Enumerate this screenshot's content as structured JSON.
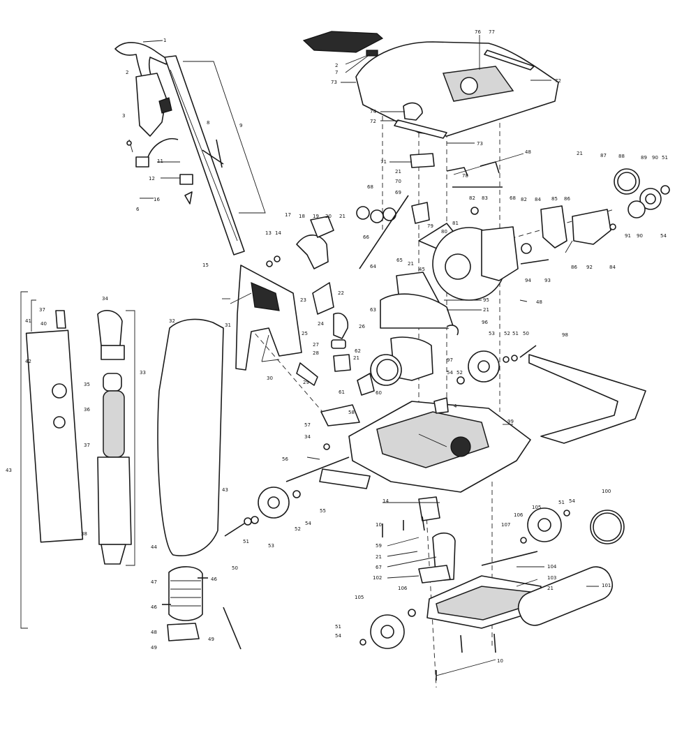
{
  "callouts": [
    {
      "id": "c1",
      "text": "1"
    },
    {
      "id": "c2",
      "text": "2"
    },
    {
      "id": "c3",
      "text": "3"
    },
    {
      "id": "c4",
      "text": "6"
    },
    {
      "id": "c5",
      "text": "8"
    },
    {
      "id": "c6",
      "text": "9"
    },
    {
      "id": "c7",
      "text": "11"
    },
    {
      "id": "c8",
      "text": "12"
    },
    {
      "id": "c9",
      "text": "16"
    },
    {
      "id": "c10",
      "text": "2"
    },
    {
      "id": "c11",
      "text": "7"
    },
    {
      "id": "c12",
      "text": "73"
    },
    {
      "id": "c13",
      "text": "76"
    },
    {
      "id": "c14",
      "text": "77"
    },
    {
      "id": "c15",
      "text": "72"
    },
    {
      "id": "c16",
      "text": "74"
    },
    {
      "id": "c17",
      "text": "72"
    },
    {
      "id": "c18",
      "text": "73"
    },
    {
      "id": "c19",
      "text": "71"
    },
    {
      "id": "c20",
      "text": "48"
    },
    {
      "id": "c21",
      "text": "21"
    },
    {
      "id": "c22",
      "text": "70"
    },
    {
      "id": "c23",
      "text": "69"
    },
    {
      "id": "c24",
      "text": "78"
    },
    {
      "id": "c25",
      "text": "68"
    },
    {
      "id": "c26",
      "text": "21"
    },
    {
      "id": "c27",
      "text": "87"
    },
    {
      "id": "c28",
      "text": "88"
    },
    {
      "id": "c29",
      "text": "89"
    },
    {
      "id": "c30",
      "text": "90"
    },
    {
      "id": "c31",
      "text": "51"
    },
    {
      "id": "c32",
      "text": "82"
    },
    {
      "id": "c33",
      "text": "83"
    },
    {
      "id": "c34",
      "text": "68"
    },
    {
      "id": "c35",
      "text": "82"
    },
    {
      "id": "c36",
      "text": "84"
    },
    {
      "id": "c37",
      "text": "85"
    },
    {
      "id": "c38",
      "text": "86"
    },
    {
      "id": "c39",
      "text": "91"
    },
    {
      "id": "c40",
      "text": "90"
    },
    {
      "id": "c41",
      "text": "54"
    },
    {
      "id": "c42",
      "text": "66"
    },
    {
      "id": "c43",
      "text": "65"
    },
    {
      "id": "c44",
      "text": "79"
    },
    {
      "id": "c45",
      "text": "80"
    },
    {
      "id": "c46",
      "text": "81"
    },
    {
      "id": "c47",
      "text": "64"
    },
    {
      "id": "c48",
      "text": "21"
    },
    {
      "id": "c49",
      "text": "45"
    },
    {
      "id": "c50",
      "text": "94"
    },
    {
      "id": "c51",
      "text": "93"
    },
    {
      "id": "c52",
      "text": "86"
    },
    {
      "id": "c53",
      "text": "92"
    },
    {
      "id": "c54",
      "text": "84"
    },
    {
      "id": "c55",
      "text": "48"
    },
    {
      "id": "c56",
      "text": "95"
    },
    {
      "id": "c57",
      "text": "21"
    },
    {
      "id": "c58",
      "text": "63"
    },
    {
      "id": "c59",
      "text": "96"
    },
    {
      "id": "c60",
      "text": "53"
    },
    {
      "id": "c61",
      "text": "52"
    },
    {
      "id": "c62",
      "text": "51"
    },
    {
      "id": "c63",
      "text": "50"
    },
    {
      "id": "c64",
      "text": "98"
    },
    {
      "id": "c65",
      "text": "13"
    },
    {
      "id": "c66",
      "text": "14"
    },
    {
      "id": "c67",
      "text": "17"
    },
    {
      "id": "c68",
      "text": "18"
    },
    {
      "id": "c69",
      "text": "19"
    },
    {
      "id": "c70",
      "text": "20"
    },
    {
      "id": "c71",
      "text": "21"
    },
    {
      "id": "c72",
      "text": "15"
    },
    {
      "id": "c73",
      "text": "22"
    },
    {
      "id": "c74",
      "text": "23"
    },
    {
      "id": "c75",
      "text": "24"
    },
    {
      "id": "c76",
      "text": "26"
    },
    {
      "id": "c77",
      "text": "25"
    },
    {
      "id": "c78",
      "text": "27"
    },
    {
      "id": "c79",
      "text": "28"
    },
    {
      "id": "c80",
      "text": "30"
    },
    {
      "id": "c81",
      "text": "29"
    },
    {
      "id": "c82",
      "text": "31"
    },
    {
      "id": "c83",
      "text": "62"
    },
    {
      "id": "c84",
      "text": "21"
    },
    {
      "id": "c85",
      "text": "97"
    },
    {
      "id": "c86",
      "text": "60"
    },
    {
      "id": "c87",
      "text": "61"
    },
    {
      "id": "c88",
      "text": "58"
    },
    {
      "id": "c89",
      "text": "54"
    },
    {
      "id": "c90",
      "text": "52"
    },
    {
      "id": "c91",
      "text": "57"
    },
    {
      "id": "c92",
      "text": "4"
    },
    {
      "id": "c93",
      "text": "99"
    },
    {
      "id": "c94",
      "text": "34"
    },
    {
      "id": "c95",
      "text": "37"
    },
    {
      "id": "c96",
      "text": "41"
    },
    {
      "id": "c97",
      "text": "40"
    },
    {
      "id": "c98",
      "text": "42"
    },
    {
      "id": "c99",
      "text": "33"
    },
    {
      "id": "c100",
      "text": "35"
    },
    {
      "id": "c101",
      "text": "36"
    },
    {
      "id": "c102",
      "text": "37"
    },
    {
      "id": "c103",
      "text": "43"
    },
    {
      "id": "c104",
      "text": "38"
    },
    {
      "id": "c105",
      "text": "32"
    },
    {
      "id": "c106",
      "text": "43"
    },
    {
      "id": "c107",
      "text": "44"
    },
    {
      "id": "c108",
      "text": "34"
    },
    {
      "id": "c109",
      "text": "56"
    },
    {
      "id": "c110",
      "text": "55"
    },
    {
      "id": "c111",
      "text": "14"
    },
    {
      "id": "c112",
      "text": "54"
    },
    {
      "id": "c113",
      "text": "52"
    },
    {
      "id": "c114",
      "text": "53"
    },
    {
      "id": "c115",
      "text": "51"
    },
    {
      "id": "c116",
      "text": "50"
    },
    {
      "id": "c117",
      "text": "10"
    },
    {
      "id": "c118",
      "text": "59"
    },
    {
      "id": "c119",
      "text": "21"
    },
    {
      "id": "c120",
      "text": "67"
    },
    {
      "id": "c121",
      "text": "102"
    },
    {
      "id": "c122",
      "text": "107"
    },
    {
      "id": "c123",
      "text": "106"
    },
    {
      "id": "c124",
      "text": "105"
    },
    {
      "id": "c125",
      "text": "51"
    },
    {
      "id": "c126",
      "text": "54"
    },
    {
      "id": "c127",
      "text": "100"
    },
    {
      "id": "c128",
      "text": "104"
    },
    {
      "id": "c129",
      "text": "103"
    },
    {
      "id": "c130",
      "text": "21"
    },
    {
      "id": "c131",
      "text": "101"
    },
    {
      "id": "c132",
      "text": "106"
    },
    {
      "id": "c133",
      "text": "105"
    },
    {
      "id": "c134",
      "text": "51"
    },
    {
      "id": "c135",
      "text": "54"
    },
    {
      "id": "c136",
      "text": "10"
    },
    {
      "id": "c137",
      "text": "47"
    },
    {
      "id": "c138",
      "text": "46"
    },
    {
      "id": "c139",
      "text": "46"
    },
    {
      "id": "c140",
      "text": "48"
    },
    {
      "id": "c141",
      "text": "49"
    },
    {
      "id": "c142",
      "text": "49"
    }
  ]
}
